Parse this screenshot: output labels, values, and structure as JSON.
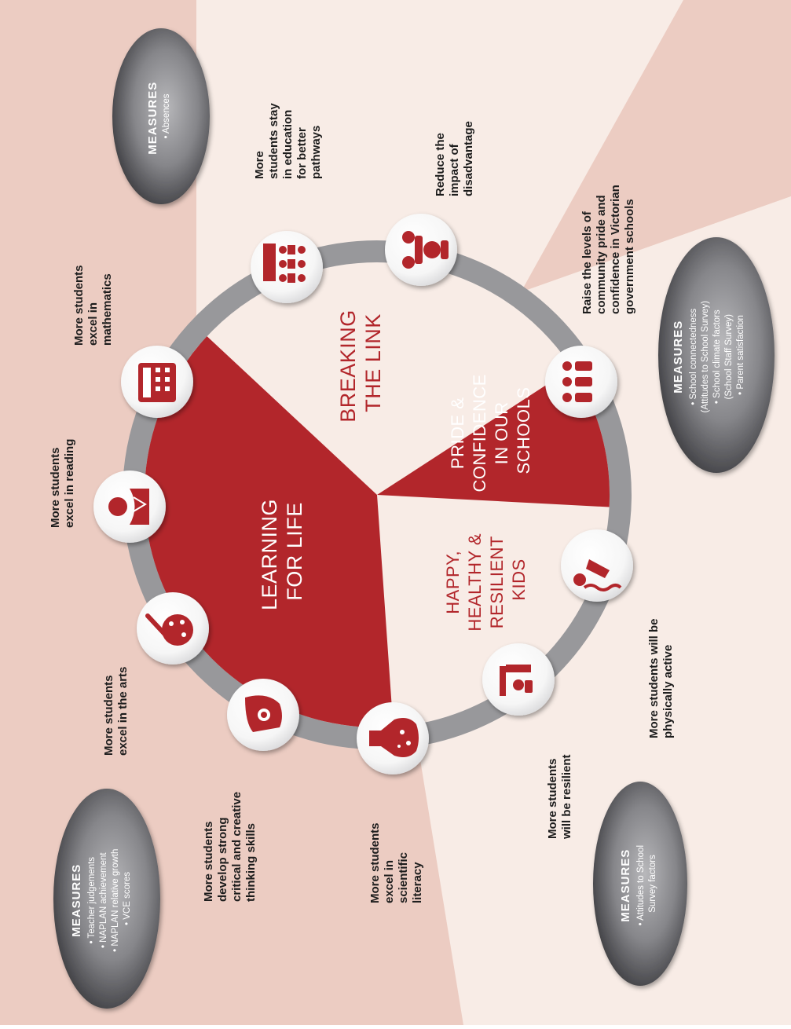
{
  "colors": {
    "red": "#b2262b",
    "ring": "#98989b",
    "bg_light": "#f8ece6",
    "bg_mid": "#ecccc2",
    "text_dark": "#1c1c1c"
  },
  "segments": {
    "learning": [
      "LEARNING",
      "FOR LIFE"
    ],
    "breaking": [
      "BREAKING",
      "THE LINK"
    ],
    "pride": [
      "PRIDE &",
      "CONFIDENCE",
      "IN OUR",
      "SCHOOLS"
    ],
    "happy": [
      "HAPPY,",
      "HEALTHY &",
      "RESILIENT",
      "KIDS"
    ]
  },
  "outcomes": {
    "stay": [
      "More",
      "students stay",
      "in education",
      "for better",
      "pathways"
    ],
    "disadvantage": [
      "Reduce the",
      "impact of",
      "disadvantage"
    ],
    "pride": [
      "Raise the levels of",
      "community pride and",
      "confidence in Victorian",
      "government schools"
    ],
    "maths": [
      "More students",
      "excel in",
      "mathematics"
    ],
    "reading": [
      "More students",
      "excel in reading"
    ],
    "arts": [
      "More students",
      "excel in the arts"
    ],
    "thinking": [
      "More students",
      "develop strong",
      "critical and creative",
      "thinking skills"
    ],
    "science": [
      "More students",
      "excel in",
      "scientific",
      "literacy"
    ],
    "resilient": [
      "More students",
      "will be resilient"
    ],
    "active": [
      "More students will be",
      "physically active"
    ]
  },
  "measures": {
    "breaking": {
      "title": "MEASURES",
      "items": [
        "• Absences"
      ]
    },
    "pride": {
      "title": "MEASURES",
      "items": [
        "• School connectedness",
        "(Attitudes to School Survey)",
        "• School climate factors",
        "(School Staff Survey)",
        "• Parent satisfaction"
      ]
    },
    "learning": {
      "title": "MEASURES",
      "items": [
        "• Teacher judgements",
        "• NAPLAN achievement",
        "• NAPLAN relative growth",
        "• VCE scores"
      ]
    },
    "happy": {
      "title": "MEASURES",
      "items": [
        "• Attitudes to School",
        "Survey factors"
      ]
    }
  },
  "icons": {
    "stay": "people-at-board-icon",
    "disadvantage": "people-group-icon",
    "pride": "community-people-icon",
    "maths": "calculator-icon",
    "reading": "reader-icon",
    "arts": "paint-palette-icon",
    "thinking": "brain-head-icon",
    "science": "flask-icon",
    "resilient": "student-at-desk-icon",
    "active": "swimmer-icon"
  }
}
